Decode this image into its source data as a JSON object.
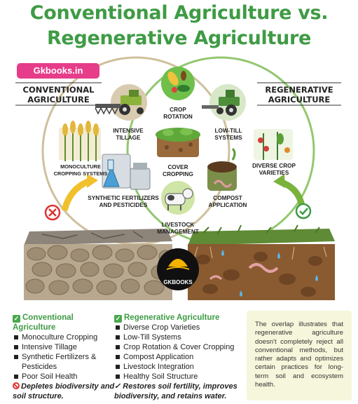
{
  "title": {
    "line1": "Conventional Agriculture vs.",
    "line2": "Regenerative Agriculture"
  },
  "badge": "Gkbooks.in",
  "left_heading": [
    "CONVENTIONAL",
    "AGRICULTURE"
  ],
  "right_heading": [
    "REGENERATIVE",
    "AGRICULTURE"
  ],
  "labels": {
    "intensive_tillage": [
      "INTENSIVE",
      "TILLAGE"
    ],
    "monoculture": [
      "MONOCULTURE",
      "CROPPING SYSTEMS"
    ],
    "synthetic": [
      "SYNTHETIC FERTILIZERS",
      "AND PESTICIDES"
    ],
    "crop_rotation": [
      "CROP",
      "ROTATION"
    ],
    "cover_cropping": [
      "COVER",
      "CROPPING"
    ],
    "livestock": [
      "LIVESTOCK",
      "MANAGEMENT"
    ],
    "low_till": [
      "LOW-TILL",
      "SYSTEMS"
    ],
    "diverse_crop": [
      "DIVERSE CROP",
      "VARIETIES"
    ],
    "compost": [
      "COMPOST",
      "APPLICATION"
    ]
  },
  "logo_text": "GKBOOKS",
  "legend": {
    "conventional": {
      "heading": [
        "Conventional",
        "Agriculture"
      ],
      "items": [
        "Monoculture Cropping",
        "Intensive Tillage",
        "Synthetic Fertilizers & Pesticides",
        "Poor Soil Health"
      ],
      "conclusion": "Depletes biodiversity and soil structure."
    },
    "regenerative": {
      "heading": "Regenerative Agriculture",
      "items": [
        "Diverse Crop Varieties",
        "Low-Till Systems",
        "Crop Rotation & Cover Cropping",
        "Compost Application",
        "Livestock Integration",
        "Healthy Soil Structure"
      ],
      "conclusion": "✓ Restores soil fertility, improves biodiversity, and retains water."
    }
  },
  "note": "The overlap illustrates that regenerative agriculture doesn't completely reject all conventional methods, but rather adapts and optimizes certain practices for long-term soil and ecosystem health.",
  "colors": {
    "title_green": "#3f9b45",
    "left_ring": "#cbbb96",
    "right_ring": "#8cc36a",
    "badge": "#e63c8a",
    "note_bg": "#f6f6dc"
  }
}
